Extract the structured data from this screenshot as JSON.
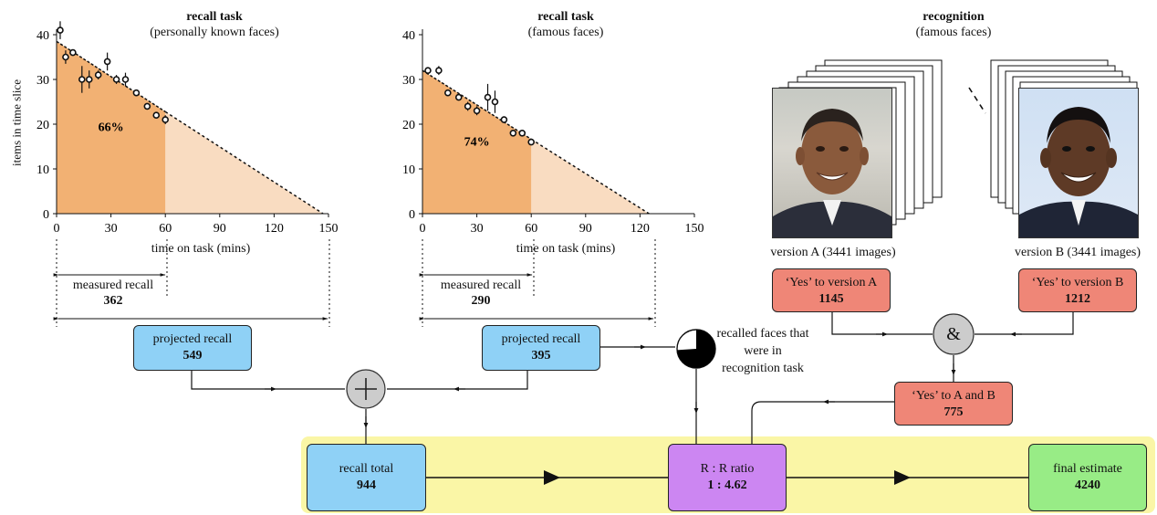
{
  "chart1": {
    "title": "recall task",
    "subtitle": "(personally known faces)",
    "ylabel": "items in time slice",
    "xlabel": "time on task (mins)",
    "pct": "66%",
    "xticks": [
      "0",
      "30",
      "60",
      "90",
      "120",
      "150"
    ],
    "yticks": [
      "0",
      "10",
      "20",
      "30",
      "40"
    ],
    "measured_label": "measured recall",
    "measured_value": "362"
  },
  "chart2": {
    "title": "recall task",
    "subtitle": "(famous faces)",
    "xlabel": "time on task (mins)",
    "pct": "74%",
    "xticks": [
      "0",
      "30",
      "60",
      "90",
      "120",
      "150"
    ],
    "yticks": [
      "0",
      "10",
      "20",
      "30",
      "40"
    ],
    "measured_label": "measured recall",
    "measured_value": "290"
  },
  "chart_data": [
    {
      "type": "scatter",
      "title": "recall task",
      "subtitle": "(personally known faces)",
      "xlabel": "time on task (mins)",
      "ylabel": "items in time slice",
      "xlim": [
        0,
        150
      ],
      "ylim": [
        0,
        40
      ],
      "x": [
        2,
        5,
        9,
        14,
        18,
        23,
        28,
        33,
        38,
        44,
        50,
        55,
        60
      ],
      "y": [
        41,
        35,
        36,
        30,
        30,
        31,
        34,
        30,
        30,
        27,
        24,
        22,
        21
      ],
      "err": [
        2,
        1.5,
        0.5,
        3,
        2,
        1,
        2,
        1,
        1.5,
        0.5,
        0.5,
        0.5,
        1
      ],
      "fit": {
        "x": [
          0,
          147
        ],
        "y": [
          38.5,
          0
        ]
      },
      "measured_until": 60,
      "annotation": "66%"
    },
    {
      "type": "scatter",
      "title": "recall task",
      "subtitle": "(famous faces)",
      "xlabel": "time on task (mins)",
      "xlim": [
        0,
        150
      ],
      "ylim": [
        0,
        40
      ],
      "x": [
        3,
        9,
        14,
        20,
        25,
        30,
        36,
        40,
        45,
        50,
        55,
        60
      ],
      "y": [
        32,
        32,
        27,
        26,
        24,
        23,
        26,
        25,
        21,
        18,
        18,
        16
      ],
      "err": [
        0.5,
        1,
        0.5,
        0.5,
        1,
        1,
        3,
        2.5,
        0.5,
        0.5,
        0.5,
        0.5
      ],
      "fit": {
        "x": [
          0,
          125
        ],
        "y": [
          32,
          0
        ]
      },
      "measured_until": 60,
      "annotation": "74%"
    }
  ],
  "recognition": {
    "title": "recognition",
    "subtitle": "(famous faces)",
    "version_a": "version A (3441 images)",
    "version_b": "version B (3441 images)"
  },
  "boxes": {
    "proj1_label": "projected recall",
    "proj1_value": "549",
    "proj2_label": "projected recall",
    "proj2_value": "395",
    "yes_a_label": "‘Yes’ to version A",
    "yes_a_value": "1145",
    "yes_b_label": "‘Yes’ to version B",
    "yes_b_value": "1212",
    "yes_ab_label": "‘Yes’ to A and B",
    "yes_ab_value": "775",
    "total_label": "recall total",
    "total_value": "944",
    "ratio_label": "R : R ratio",
    "ratio_value": "1 : 4.62",
    "final_label": "final estimate",
    "final_value": "4240"
  },
  "pie": {
    "label": "recalled faces that were in recognition task",
    "fraction": 0.74
  },
  "ops": {
    "and": "&",
    "plus": "+"
  },
  "colors": {
    "fit_dark": "#f2b173",
    "fit_light": "#f9dcc1",
    "highlight": "#faf6a6",
    "blue": "#8fd1f6",
    "red": "#ef8677",
    "purple": "#cc86f2",
    "green": "#98ec86"
  }
}
